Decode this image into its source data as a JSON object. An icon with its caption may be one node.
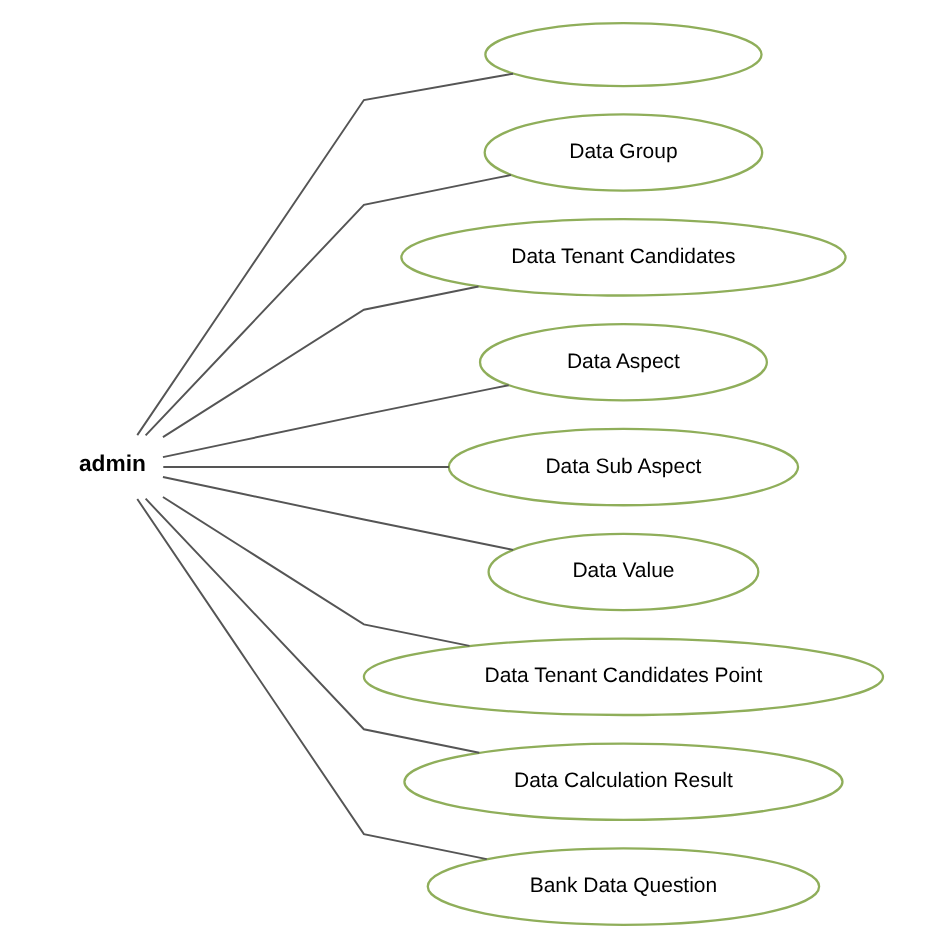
{
  "diagram": {
    "nodes": [
      {
        "text": [
          "admin"
        ]
      },
      {
        "text": [],
        "shape": "ellipse"
      },
      {
        "text": [
          "Data Group"
        ]
      },
      {
        "text": [
          "Data Tenant Candidates"
        ]
      },
      {
        "text": [
          "Data Aspect"
        ]
      },
      {
        "text": [
          "Data Sub Aspect"
        ]
      },
      {
        "text": [
          "Data Value"
        ]
      },
      {
        "text": [
          "Data Tenant Candidates Point"
        ]
      },
      {
        "text": [
          "Data Calculation Result"
        ]
      },
      {
        "text": [
          "Bank Data Question"
        ]
      }
    ],
    "edges": [
      {
        "from": 0,
        "to": 1,
        "arrow": "none"
      },
      {
        "from": 0,
        "to": 2,
        "arrow": "none"
      },
      {
        "from": 0,
        "to": 3,
        "arrow": "none"
      },
      {
        "from": 0,
        "to": 4,
        "arrow": "none"
      },
      {
        "from": 0,
        "to": 5,
        "arrow": "none"
      },
      {
        "from": 0,
        "to": 6,
        "arrow": "none"
      },
      {
        "from": 0,
        "to": 7,
        "arrow": "none"
      },
      {
        "from": 0,
        "to": 8,
        "arrow": "none"
      },
      {
        "from": 0,
        "to": 9,
        "arrow": "none"
      }
    ]
  }
}
